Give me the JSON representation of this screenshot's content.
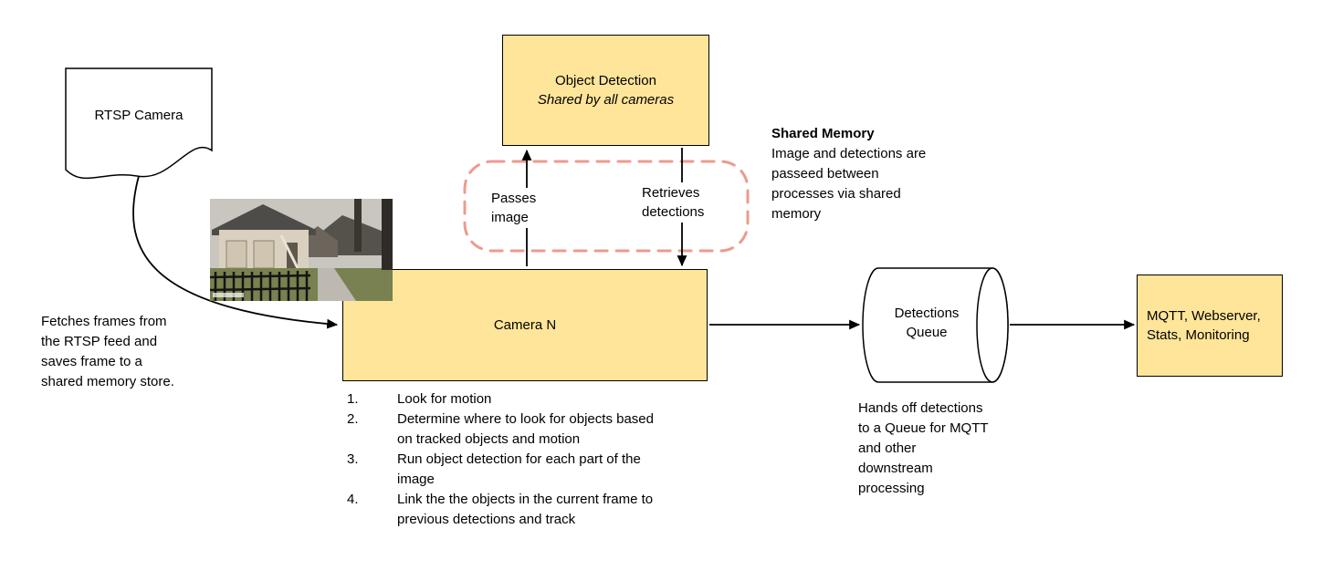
{
  "colors": {
    "node_fill": "#ffe599",
    "node_border": "#000000",
    "shared_memory_dash": "#ec9b8d",
    "arrow": "#000000"
  },
  "nodes": {
    "rtsp_camera": {
      "label": "RTSP Camera"
    },
    "object_detection": {
      "title": "Object Detection",
      "subtitle": "Shared by all cameras"
    },
    "camera_n": {
      "label": "Camera N"
    },
    "detections_queue": {
      "label": "Detections Queue"
    },
    "outputs": {
      "label": "MQTT, Webserver, Stats, Monitoring"
    }
  },
  "labels": {
    "passes_image": "Passes image",
    "retrieves_detections": "Retrieves detections"
  },
  "notes": {
    "shared_memory_title": "Shared Memory",
    "shared_memory_body": "Image and detections are passeed between processes via shared memory",
    "fetch_frames": "Fetches frames from the RTSP feed and saves frame to a shared memory store.",
    "hands_off": "Hands off detections to a Queue for MQTT and other downstream processing"
  },
  "steps": [
    {
      "num": "1.",
      "text": "Look for motion"
    },
    {
      "num": "2.",
      "text": "Determine where to look for objects based on tracked objects and motion"
    },
    {
      "num": "3.",
      "text": "Run object detection for each part of the image"
    },
    {
      "num": "4.",
      "text": "Link the the objects in the current frame to previous detections and track"
    }
  ]
}
